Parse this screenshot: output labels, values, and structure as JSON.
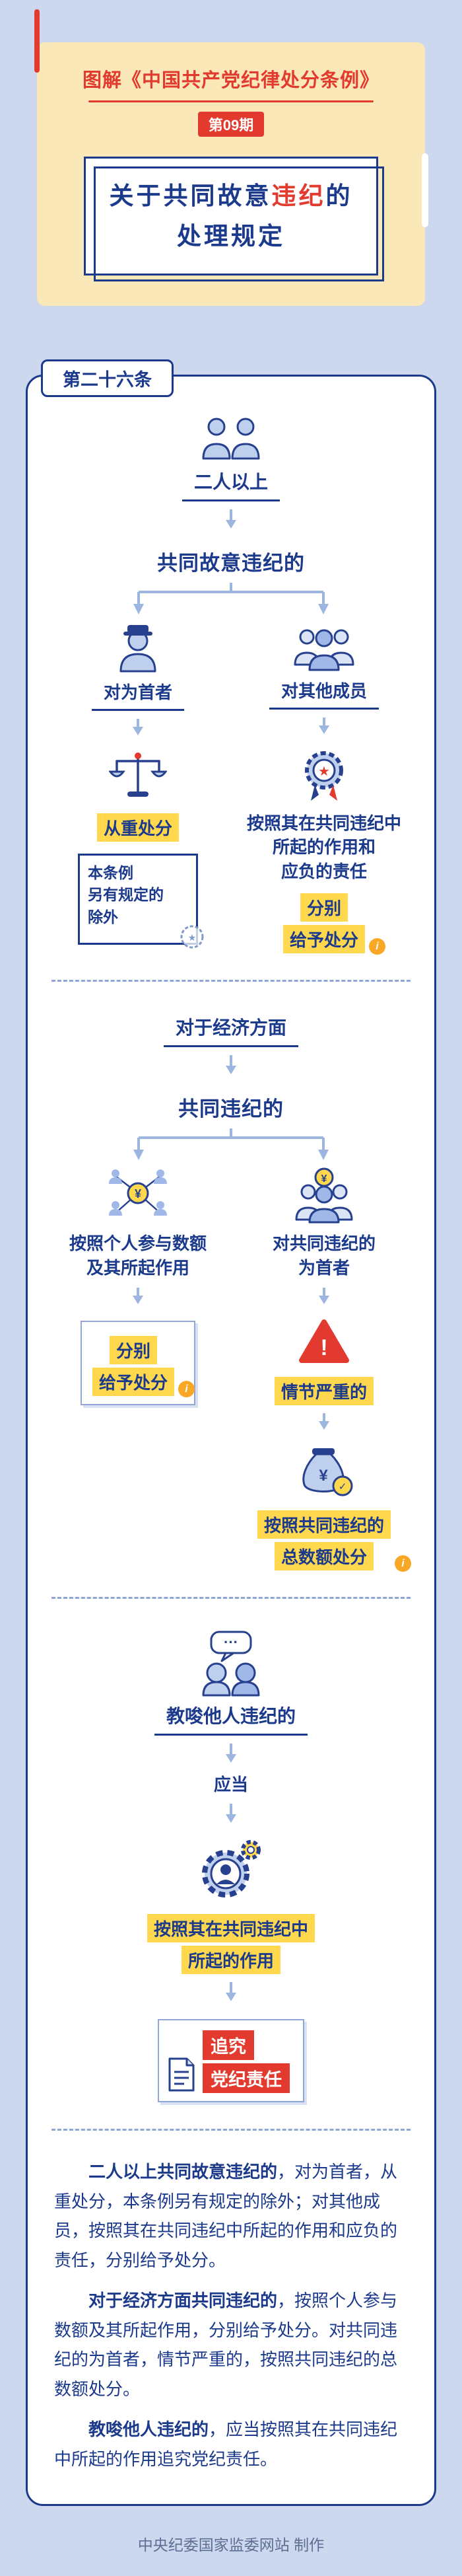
{
  "colors": {
    "background": "#cdd8ef",
    "primary_blue": "#1c3a8c",
    "icon_blue": "#27418f",
    "accent_red": "#e23a2e",
    "highlight_yellow": "#ffd84d",
    "connector_blue": "#9db6e0",
    "header_cream": "#fbe8b8"
  },
  "header": {
    "series_title": "图解《中国共产党纪律处分条例》",
    "issue_badge": "第09期",
    "title_line1_pre": "关于共同故意",
    "title_line1_red": "违纪",
    "title_line1_post": "的",
    "title_line2": "处理规定"
  },
  "article": {
    "tab_label": "第二十六条"
  },
  "section1": {
    "subject": "二人以上",
    "condition": "共同故意违纪的",
    "left": {
      "target": "对为首者",
      "result": "从重处分",
      "note_lines": [
        "本条例",
        "另有规定的",
        "除外"
      ]
    },
    "right": {
      "target": "对其他成员",
      "basis_lines": [
        "按照其在共同违纪中",
        "所起的作用和",
        "应负的责任"
      ],
      "result_lines": [
        "分别",
        "给予处分"
      ]
    }
  },
  "section2": {
    "subject": "对于经济方面",
    "condition": "共同违纪的",
    "left": {
      "basis_lines": [
        "按照个人参与数额",
        "及其所起作用"
      ],
      "result_lines": [
        "分别",
        "给予处分"
      ]
    },
    "right": {
      "target_lines": [
        "对共同违纪的",
        "为首者"
      ],
      "severity": "情节严重的",
      "result_lines": [
        "按照共同违纪的",
        "总数额处分"
      ]
    }
  },
  "section3": {
    "condition": "教唆他人违纪的",
    "modal": "应当",
    "basis_lines": [
      "按照其在共同违纪中",
      "所起的作用"
    ],
    "result_lines": [
      "追究",
      "党纪责任"
    ]
  },
  "summary": {
    "paragraphs": [
      {
        "bold": "二人以上共同故意违纪的",
        "rest": "，对为首者，从重处分，本条例另有规定的除外；对其他成员，按照其在共同违纪中所起的作用和应负的责任，分别给予处分。"
      },
      {
        "bold": "对于经济方面共同违纪的",
        "rest": "，按照个人参与数额及其所起作用，分别给予处分。对共同违纪的为首者，情节严重的，按照共同违纪的总数额处分。"
      },
      {
        "bold": "教唆他人违纪的",
        "rest": "，应当按照其在共同违纪中所起的作用追究党纪责任。"
      }
    ]
  },
  "footer": {
    "credit": "中央纪委国家监委网站 制作"
  },
  "icons": {
    "yen": "¥",
    "star": "★",
    "exclaim": "!",
    "check": "✓",
    "info": "i",
    "speech_dots": "···"
  }
}
